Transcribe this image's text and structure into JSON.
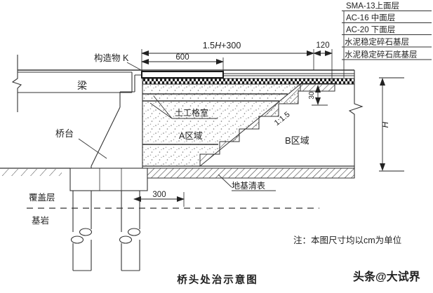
{
  "diagram": {
    "title": "桥头处治示意图",
    "note": "注：本图尺寸均以cm为单位",
    "watermark": "头条@大试界",
    "pavement_layers": [
      "SMA-13上面层",
      "AC-16 中面层",
      "AC-20 下面层",
      "水泥稳定碎石基层",
      "水泥稳定碎石底基层"
    ],
    "labels": {
      "structure_k": "构造物 K",
      "beam": "梁",
      "abutment": "桥台",
      "geocell": "土工格室",
      "area_a": "A区域",
      "area_b": "B区域",
      "slope": "1:1.5",
      "ground_clearing": "地基清表",
      "overburden": "覆盖层",
      "bedrock": "基岩"
    },
    "dimensions": {
      "top_span_pre": "1.5",
      "top_span_var": "H",
      "top_span_post": "+300",
      "slab_length": "600",
      "bench_width": "120",
      "step_height": "30",
      "pile_offset": "300",
      "embankment_height": "H"
    },
    "colors": {
      "line": "#333333",
      "watermark": "#b5b5b5"
    }
  }
}
